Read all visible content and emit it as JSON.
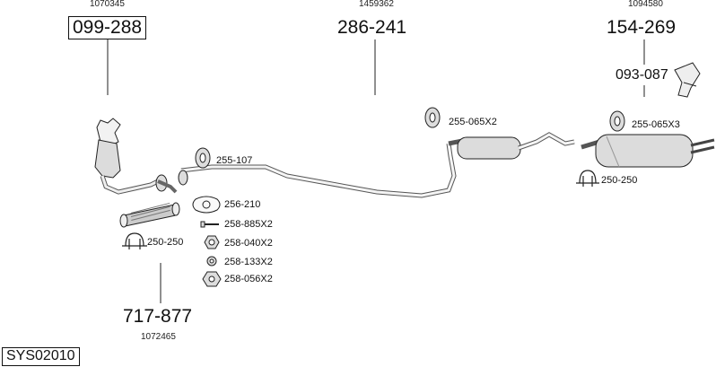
{
  "parts": {
    "manifold": {
      "ref": "1070345",
      "code": "099-288"
    },
    "middle_pipe": {
      "ref": "1459362",
      "code": "286-241"
    },
    "rear_silencer": {
      "ref": "1094580",
      "code": "154-269"
    },
    "rear_bracket": {
      "code": "093-087"
    },
    "front_pipe": {
      "ref": "1072465",
      "code": "717-877"
    }
  },
  "fittings": {
    "hanger_middle": "255-065X2",
    "hanger_rear": "255-065X3",
    "hanger_front": "255-107",
    "gasket": "256-210",
    "bolt": "258-885X2",
    "nut": "258-040X2",
    "washer": "258-133X2",
    "spring_nut": "258-056X2",
    "clamp_front": "250-250",
    "clamp_rear": "250-250"
  },
  "system_code": "SYS02010"
}
